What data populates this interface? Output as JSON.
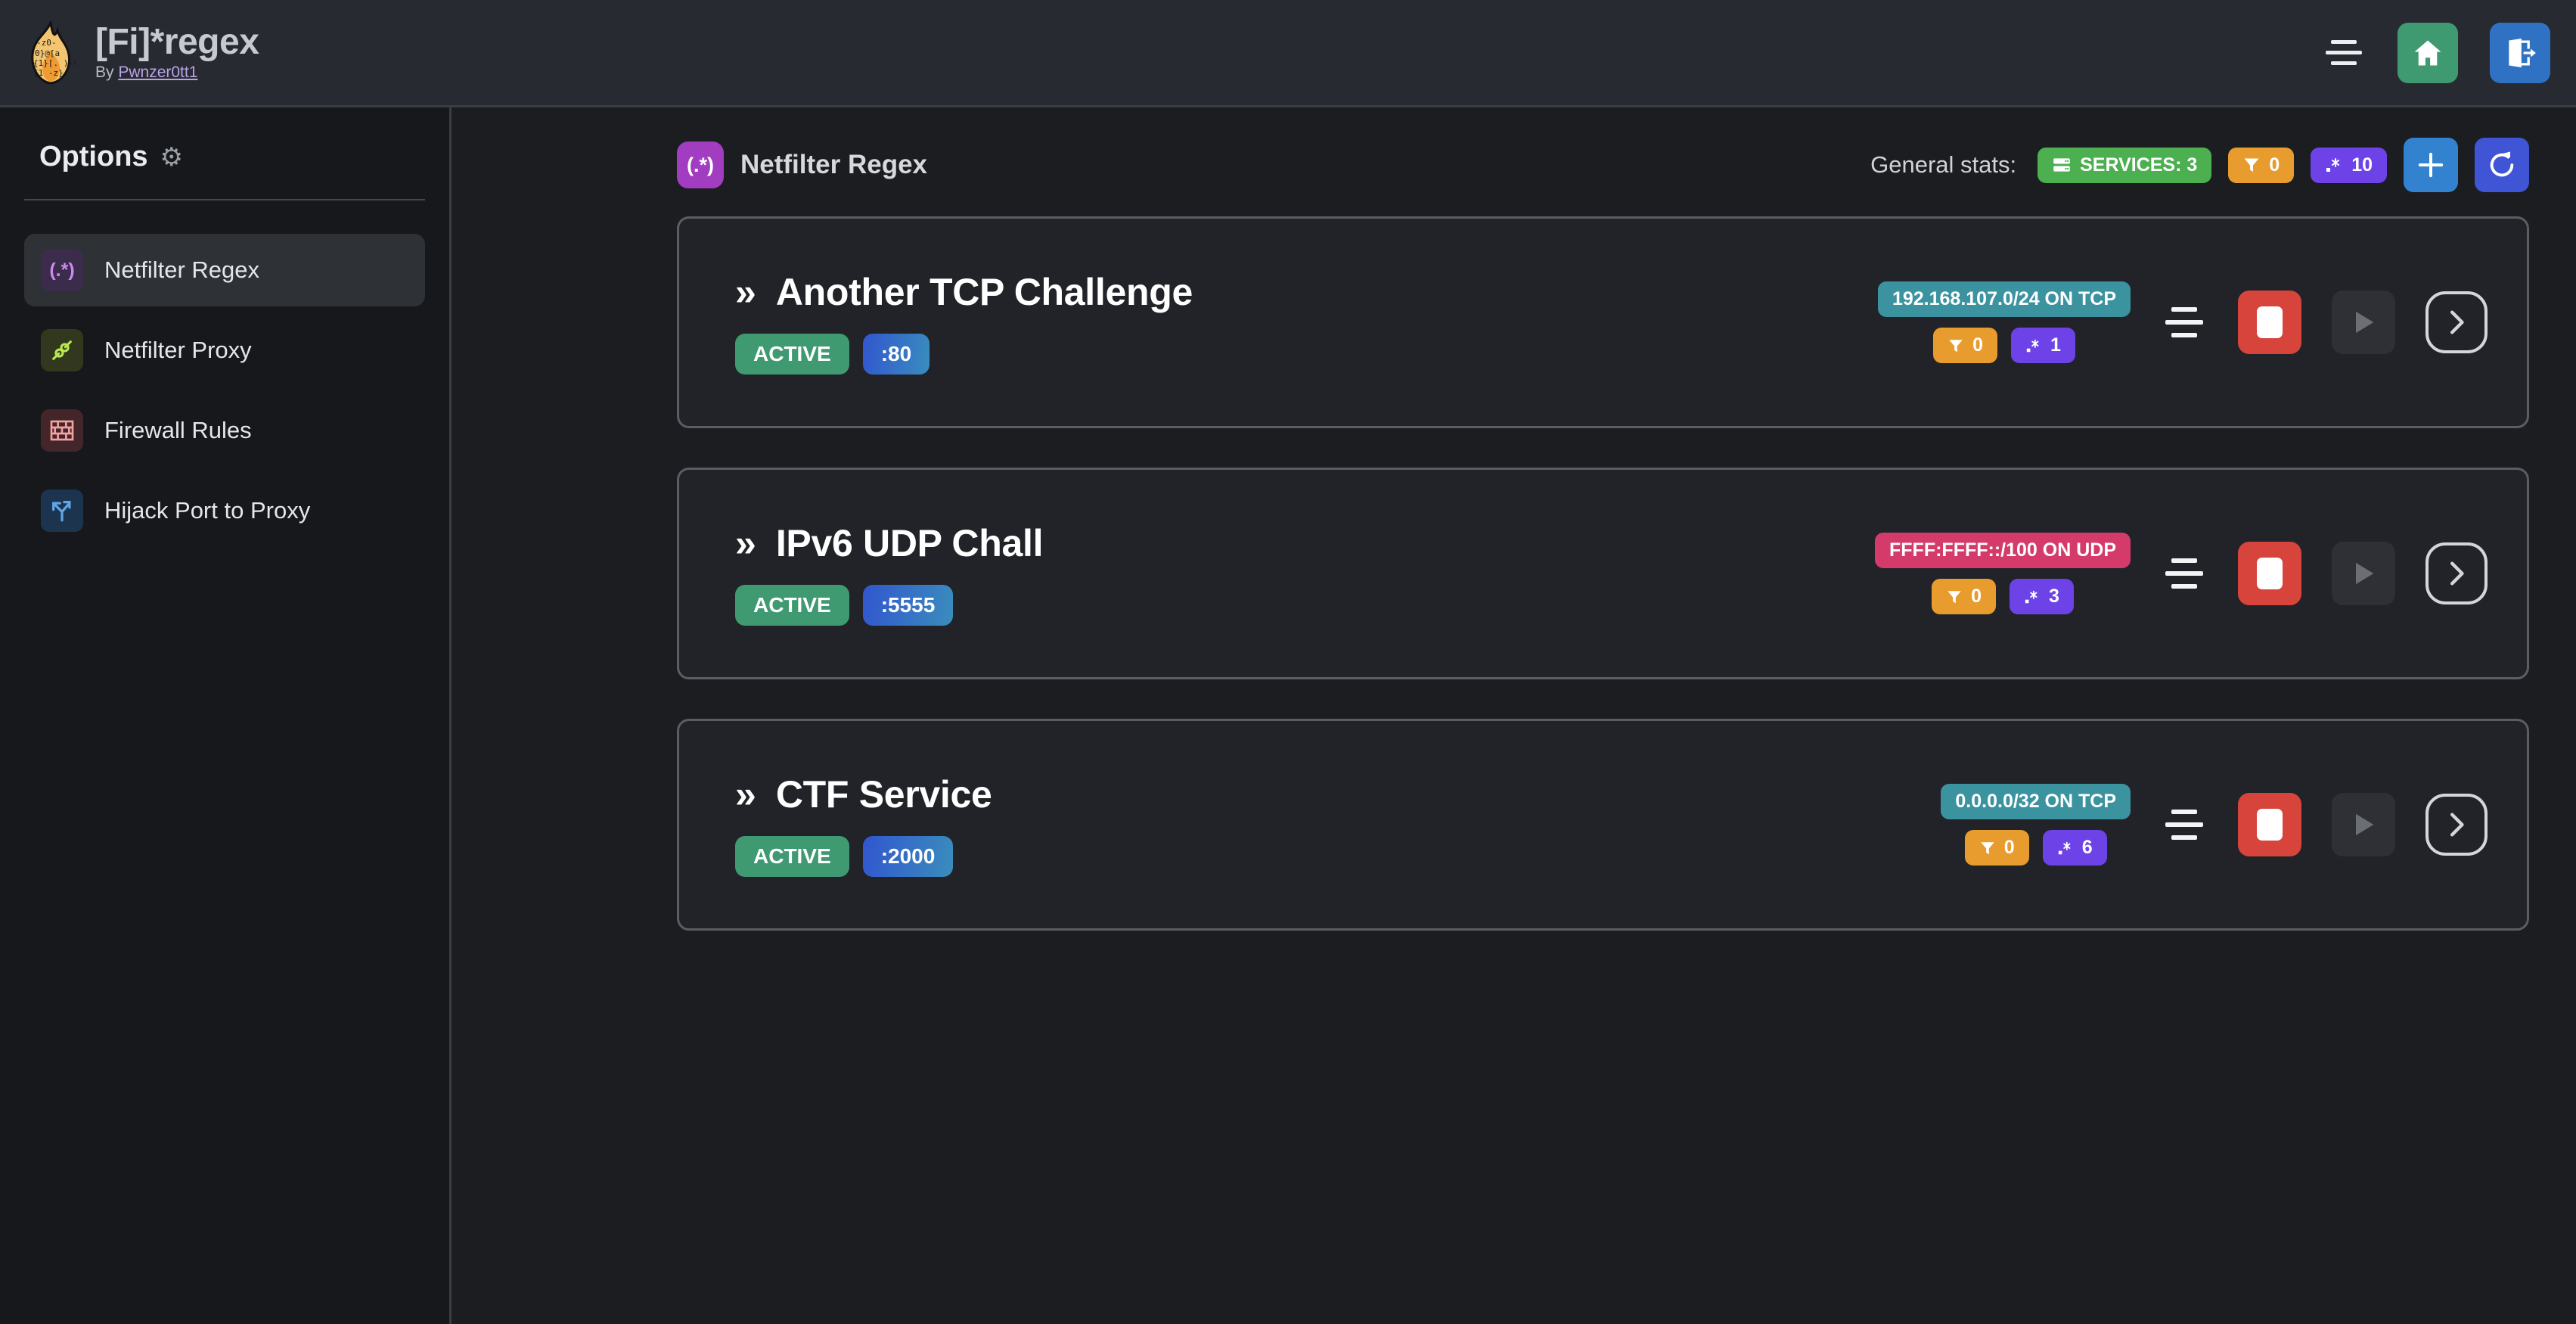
{
  "header": {
    "app_title": "[Fi]*regex",
    "byline_prefix": "By ",
    "author": "Pwnzer0tt1",
    "logo_icon": "flame-regex-logo",
    "menu_icon": "hamburger-icon",
    "home_icon": "home-icon",
    "logout_icon": "logout-icon",
    "home_color": "#3f9a72",
    "logout_color": "#2f72c4"
  },
  "sidebar": {
    "title": "Options",
    "gear_icon": "gear-icon",
    "items": [
      {
        "label": "Netfilter Regex",
        "icon_glyph": "(.*)",
        "icon_name": "regex-icon",
        "active": true
      },
      {
        "label": "Netfilter Proxy",
        "icon_glyph": "⚯",
        "icon_name": "proxy-plug-icon",
        "active": false
      },
      {
        "label": "Firewall Rules",
        "icon_glyph": "▤",
        "icon_name": "brick-wall-icon",
        "active": false
      },
      {
        "label": "Hijack Port to Proxy",
        "icon_glyph": "⎇",
        "icon_name": "branch-arrow-icon",
        "active": false
      }
    ]
  },
  "main": {
    "page_title": "Netfilter Regex",
    "page_title_icon_glyph": "(.*)",
    "stats_label": "General stats:",
    "stats": {
      "services_label": "SERVICES: 3",
      "services_icon": "server-icon",
      "services_color": "#4caf50",
      "filters_count": "0",
      "filters_icon": "funnel-icon",
      "filters_color": "#e89c2e",
      "regex_count": "10",
      "regex_icon": "regex-dot-star-icon",
      "regex_color": "#6d43e8"
    },
    "add_button_icon": "plus-icon",
    "refresh_button_icon": "refresh-icon",
    "services": [
      {
        "chevron": "»",
        "name": "Another TCP Challenge",
        "status": "ACTIVE",
        "port": ":80",
        "network": "192.168.107.0/24 ON TCP",
        "network_color": "#3b93a0",
        "filters_count": "0",
        "regex_count": "1",
        "menu_icon": "service-menu-icon",
        "stop_icon": "stop-icon",
        "play_icon": "play-icon",
        "details_icon": "chevron-right-icon"
      },
      {
        "chevron": "»",
        "name": "IPv6 UDP Chall",
        "status": "ACTIVE",
        "port": ":5555",
        "network": "FFFF:FFFF::/100 ON UDP",
        "network_color": "#d43b6a",
        "filters_count": "0",
        "regex_count": "3",
        "menu_icon": "service-menu-icon",
        "stop_icon": "stop-icon",
        "play_icon": "play-icon",
        "details_icon": "chevron-right-icon"
      },
      {
        "chevron": "»",
        "name": "CTF Service",
        "status": "ACTIVE",
        "port": ":2000",
        "network": "0.0.0.0/32 ON TCP",
        "network_color": "#3b93a0",
        "filters_count": "0",
        "regex_count": "6",
        "menu_icon": "service-menu-icon",
        "stop_icon": "stop-icon",
        "play_icon": "play-icon",
        "details_icon": "chevron-right-icon"
      }
    ]
  }
}
